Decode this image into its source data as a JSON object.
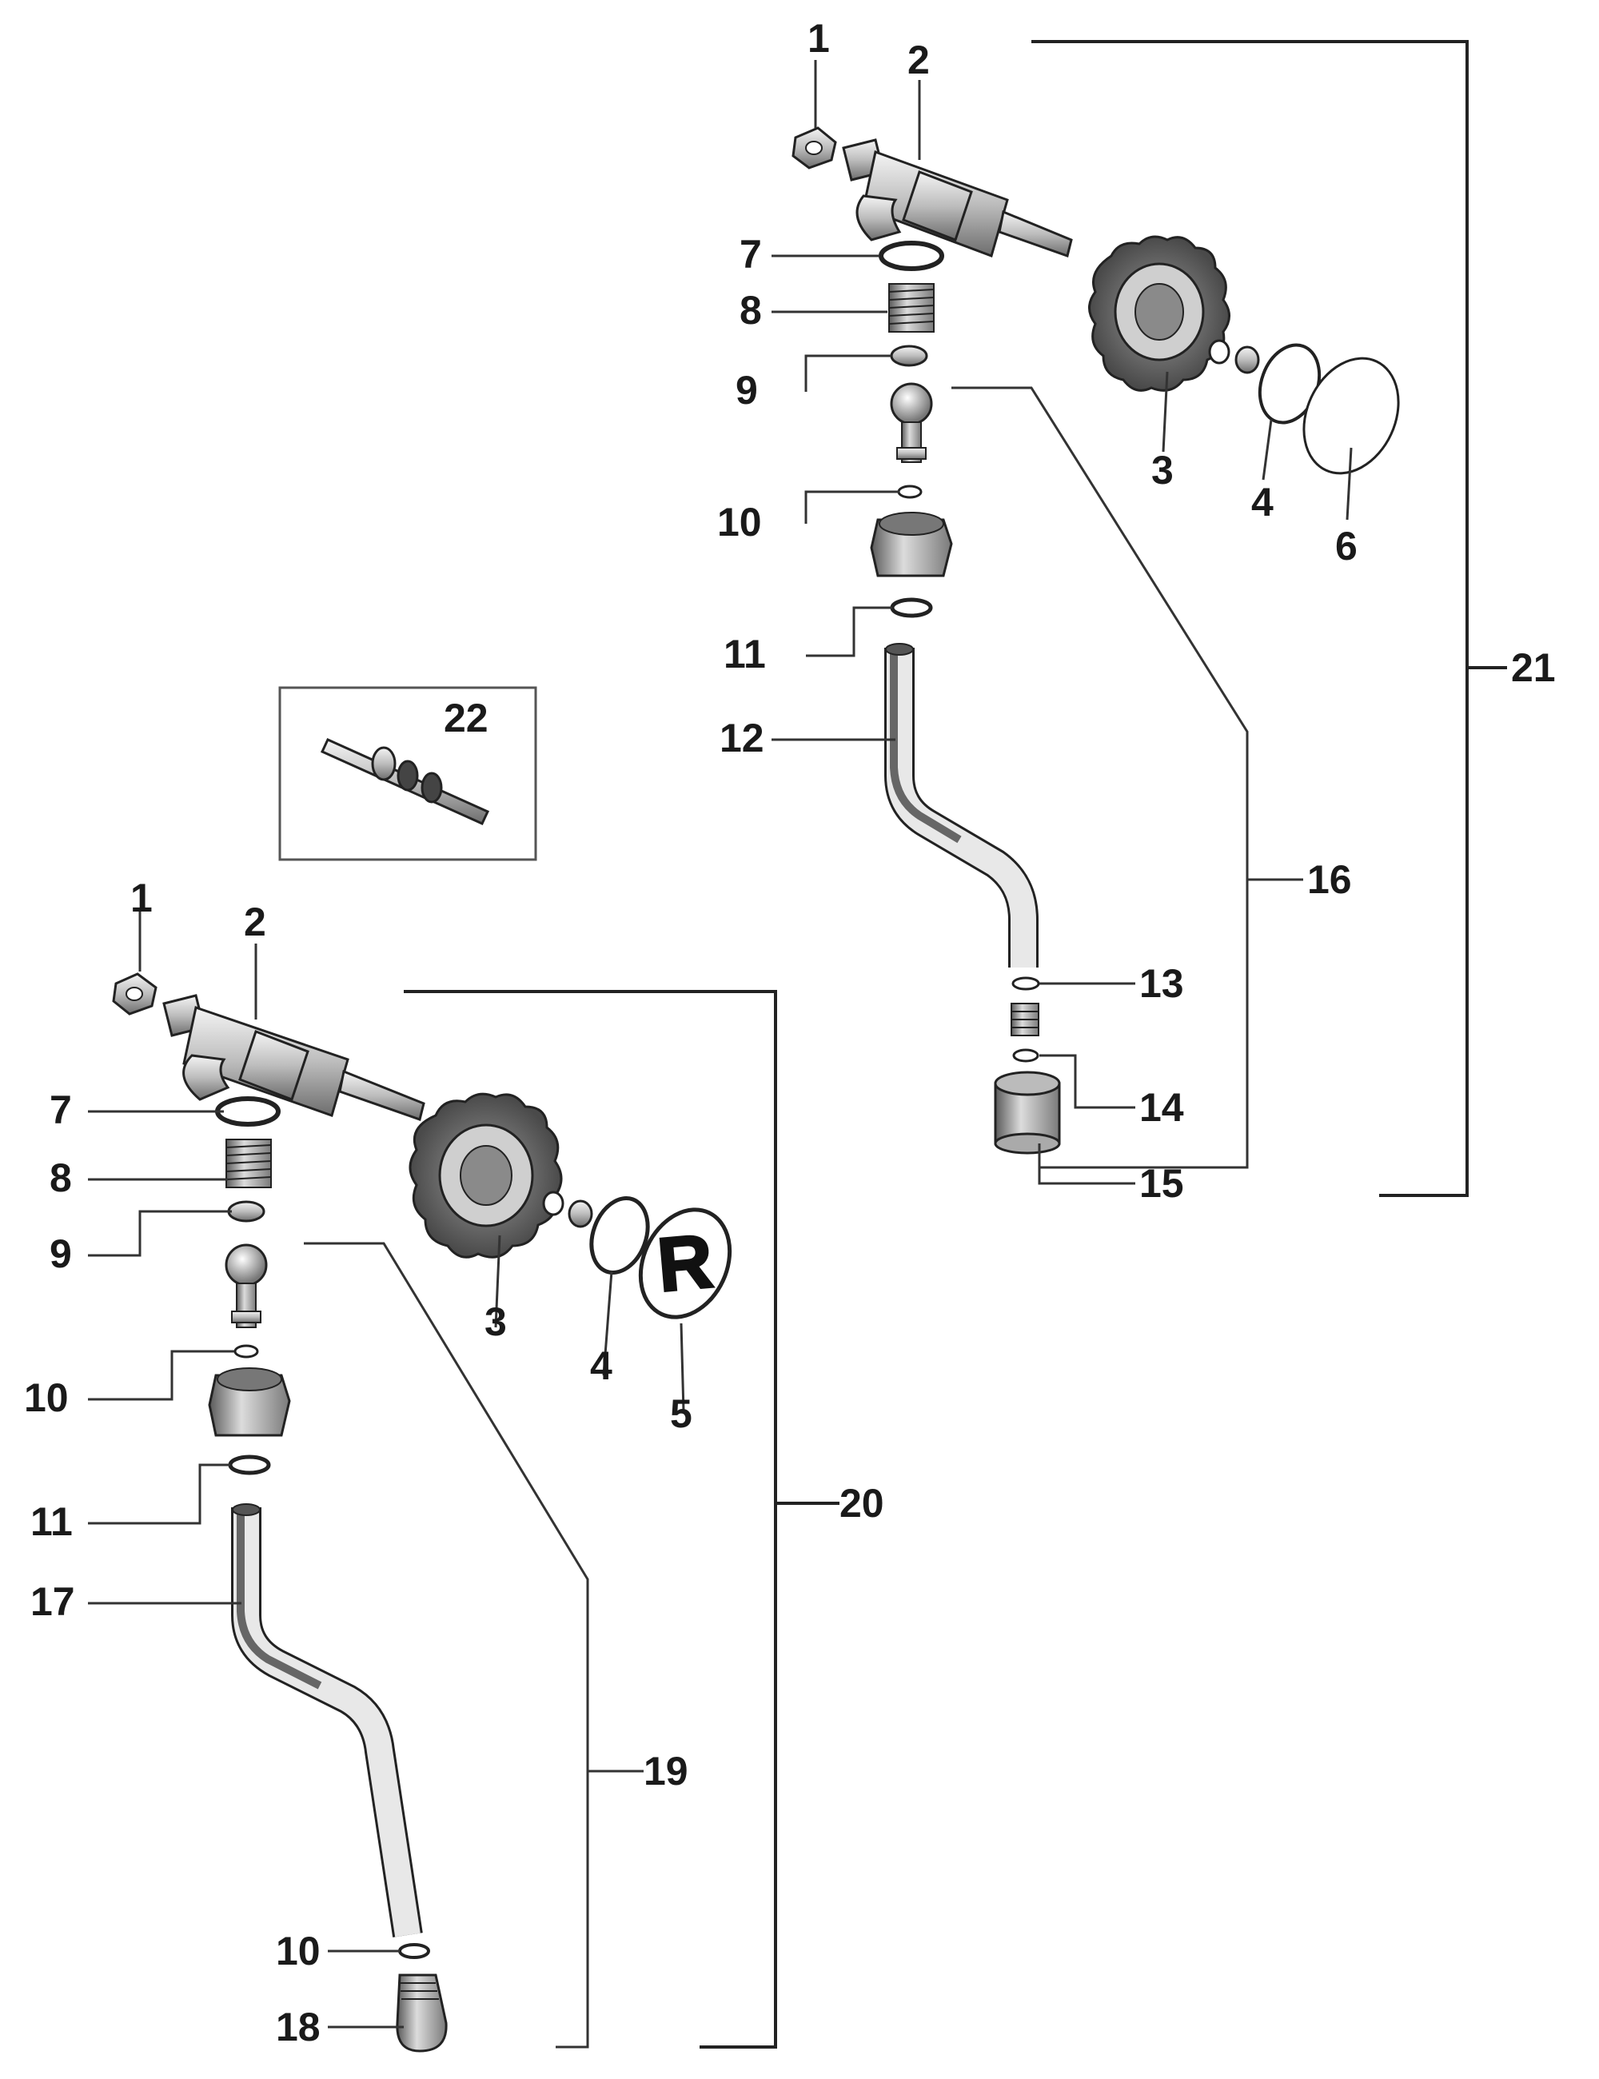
{
  "upper_assembly": {
    "labels": {
      "n1": "1",
      "n2": "2",
      "n3": "3",
      "n4": "4",
      "n6": "6",
      "n7": "7",
      "n8": "8",
      "n9": "9",
      "n10": "10",
      "n11": "11",
      "n12": "12",
      "n13": "13",
      "n14": "14",
      "n15": "15",
      "n16": "16",
      "n21": "21"
    }
  },
  "lower_assembly": {
    "labels": {
      "n1": "1",
      "n2": "2",
      "n3": "3",
      "n4": "4",
      "n5": "5",
      "n7": "7",
      "n8": "8",
      "n9": "9",
      "n10a": "10",
      "n11": "11",
      "n17": "17",
      "n10b": "10",
      "n18": "18",
      "n19": "19",
      "n20": "20"
    }
  },
  "inset": {
    "label": "22"
  },
  "logo": {
    "letter": "R"
  }
}
